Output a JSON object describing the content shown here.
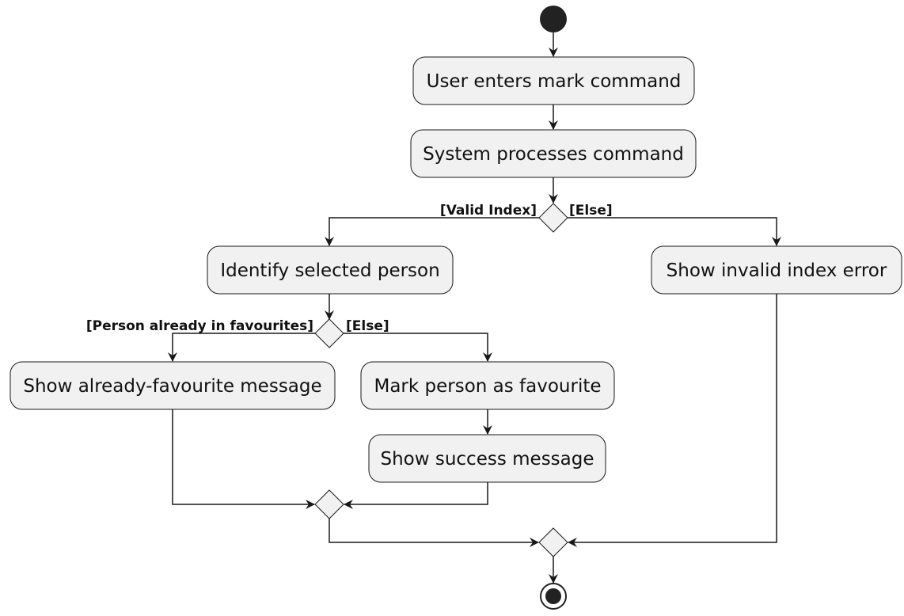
{
  "nodes": {
    "enter_command": "User enters mark command",
    "process_command": "System processes command",
    "identify_person": "Identify selected person",
    "invalid_index_error": "Show invalid index error",
    "already_favourite": "Show already-favourite message",
    "mark_favourite": "Mark person as favourite",
    "success_message": "Show success message"
  },
  "guards": {
    "valid_index": "[Valid Index]",
    "index_else": "[Else]",
    "already_in_favourites": "[Person already in favourites]",
    "favourite_else": "[Else]"
  },
  "colors": {
    "node_fill": "#f1f1f1",
    "line": "#181818",
    "start_end": "#222222"
  }
}
